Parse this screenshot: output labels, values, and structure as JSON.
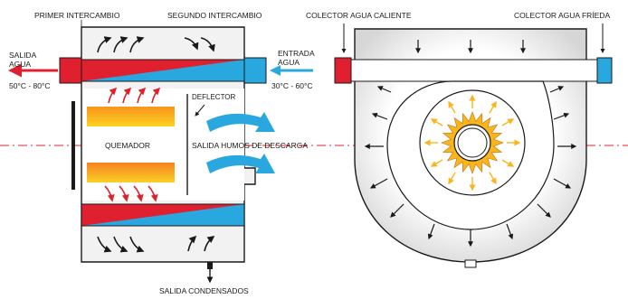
{
  "labels": {
    "primer_intercambio": "PRIMER INTERCAMBIO",
    "segundo_intercambio": "SEGUNDO INTERCAMBIO",
    "salida_agua_1": "SALIDA",
    "salida_agua_2": "AGUA",
    "salida_temp": "50°C - 80°C",
    "entrada_agua_1": "ENTRADA",
    "entrada_agua_2": "AGUA",
    "entrada_temp": "30°C - 60°C",
    "deflector": "DEFLECTOR",
    "quemador": "QUEMADOR",
    "salida_humos": "SALIDA HUMOS DE DESCARGA",
    "salida_condensados": "SALIDA CONDENSADOS",
    "colector_caliente": "COLECTOR AGUA CALIENTE",
    "colector_fria": "COLECTOR AGUA FRÍEDA"
  },
  "colors": {
    "hot": "#e0202f",
    "cold": "#29a8e0",
    "flame_top": "#f7941d",
    "flame_bottom": "#fdd21f",
    "burner_yellow": "#f9b51b",
    "centerline": "#e0202f"
  }
}
